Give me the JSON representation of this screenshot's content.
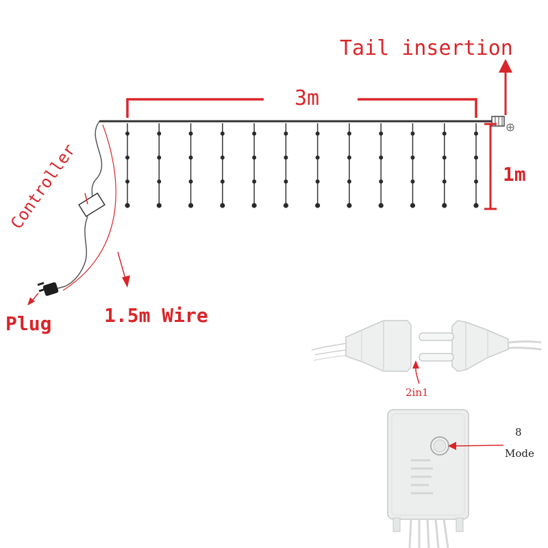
{
  "labels": {
    "tail_insertion": "Tail insertion",
    "width": "3m",
    "height": "1m",
    "controller": "Controller",
    "plug": "Plug",
    "wire": "1.5m Wire",
    "connector": "2in1",
    "mode_count": "8",
    "mode_word": "Mode"
  },
  "curtain": {
    "strand_count": 12,
    "bulbs_per_strand": 4
  },
  "colors": {
    "annotation": "#d8262a",
    "wire": "#333333",
    "bulb": "#2a2a2a",
    "plastic": "#e6e9e8"
  },
  "icons": {
    "plug": "plug-icon",
    "controller_box": "controller-box-icon",
    "connector": "power-connector-icon",
    "mode_button": "mode-button-icon"
  }
}
